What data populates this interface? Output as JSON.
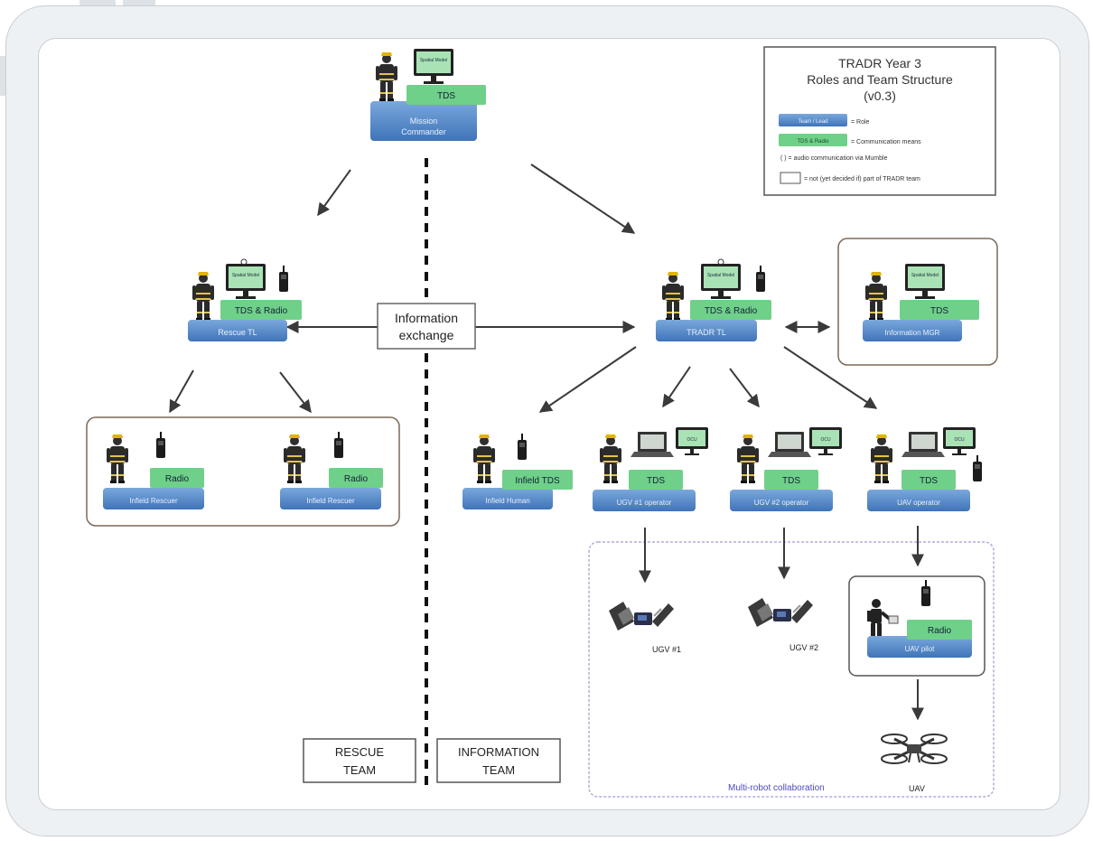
{
  "legend": {
    "title_line1": "TRADR Year 3",
    "title_line2": "Roles and Team Structure",
    "title_line3": "(v0.3)",
    "role_swatch": "Team / Lead",
    "role_text": "= Role",
    "comm_swatch": "TDS & Radio",
    "comm_text": "= Communication means",
    "audio_text": "( ) = audio communication via Mumble",
    "box_text": "= not (yet decided if) part of TRADR team"
  },
  "roles": {
    "mission_commander_l1": "Mission",
    "mission_commander_l2": "Commander",
    "rescue_tl": "Rescue TL",
    "tradr_tl": "TRADR TL",
    "information_mgr": "Information MGR",
    "infield_rescuer_1": "Infield Rescuer",
    "infield_rescuer_2": "Infield Rescuer",
    "infield_human": "Infield Human",
    "ugv1_operator": "UGV #1 operator",
    "ugv2_operator": "UGV #2 operator",
    "uav_operator": "UAV operator",
    "uav_pilot": "UAV pilot"
  },
  "comms": {
    "mc": "TDS",
    "rescue_tl": "TDS & Radio",
    "tradr_tl": "TDS & Radio",
    "info_mgr": "TDS",
    "rescuer_1": "Radio",
    "rescuer_2": "Radio",
    "infield_human": "Infield TDS",
    "ugv1_op": "TDS",
    "ugv2_op": "TDS",
    "uav_op": "TDS",
    "uav_pilot": "Radio"
  },
  "screens": {
    "spatial": "Spatial Model",
    "ocu": "OCU"
  },
  "exchange": {
    "line1": "Information",
    "line2": "exchange"
  },
  "robots": {
    "ugv1": "UGV #1",
    "ugv2": "UGV #2",
    "uav": "UAV"
  },
  "multi_robot": "Multi-robot collaboration",
  "teams": {
    "rescue_l1": "RESCUE",
    "rescue_l2": "TEAM",
    "info_l1": "INFORMATION",
    "info_l2": "TEAM"
  },
  "colors": {
    "role_blue": "#4f86c6",
    "comm_green": "#6fd08a",
    "multi_robot_border": "#b8a9d8",
    "multi_robot_text": "#4a4ac0"
  }
}
